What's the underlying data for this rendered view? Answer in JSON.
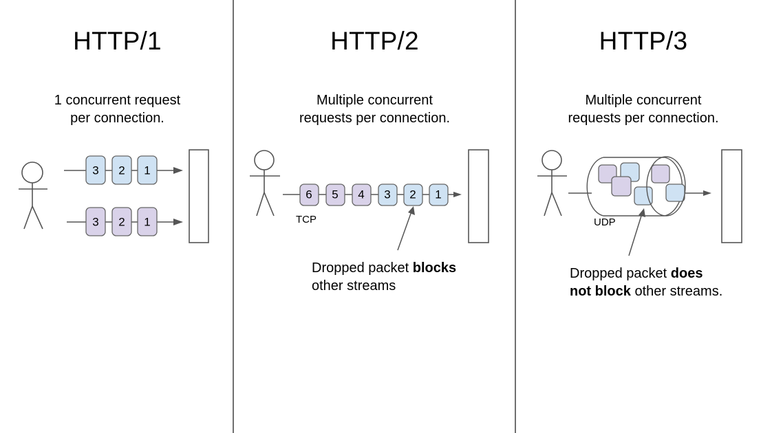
{
  "diagram": {
    "title_semantic": "http-version-comparison",
    "colors": {
      "packet_blue_fill": "#cfe2f3",
      "packet_purple_fill": "#d9d2e9",
      "stroke": "#666666",
      "divider": "#6f6f6f",
      "text": "#000000",
      "background": "#ffffff"
    }
  },
  "panels": [
    {
      "id": "http1",
      "title": "HTTP/1",
      "subtitle_line1": "1 concurrent request",
      "subtitle_line2": "per connection.",
      "protocol_label": "",
      "connections": [
        {
          "name": "connection-blue",
          "color": "blue",
          "packets": [
            "3",
            "2",
            "1"
          ]
        },
        {
          "name": "connection-purple",
          "color": "purple",
          "packets": [
            "3",
            "2",
            "1"
          ]
        }
      ],
      "caption": null
    },
    {
      "id": "http2",
      "title": "HTTP/2",
      "subtitle_line1": "Multiple concurrent",
      "subtitle_line2": "requests per connection.",
      "protocol_label": "TCP",
      "connections": [
        {
          "name": "connection-tcp",
          "packets": [
            {
              "label": "6",
              "color": "purple"
            },
            {
              "label": "5",
              "color": "purple"
            },
            {
              "label": "4",
              "color": "purple"
            },
            {
              "label": "3",
              "color": "blue"
            },
            {
              "label": "2",
              "color": "blue"
            },
            {
              "label": "1",
              "color": "blue"
            }
          ]
        }
      ],
      "caption": {
        "line1_plain": "Dropped packet ",
        "line1_bold": "blocks",
        "line2_bold": "",
        "line2_plain": "other streams"
      }
    },
    {
      "id": "http3",
      "title": "HTTP/3",
      "subtitle_line1": "Multiple concurrent",
      "subtitle_line2": "requests per connection.",
      "protocol_label": "UDP",
      "connections": [
        {
          "name": "connection-udp",
          "packets": [
            {
              "label": "",
              "color": "purple"
            },
            {
              "label": "",
              "color": "blue"
            },
            {
              "label": "",
              "color": "purple"
            },
            {
              "label": "",
              "color": "purple"
            },
            {
              "label": "",
              "color": "blue"
            },
            {
              "label": "",
              "color": "blue"
            }
          ]
        }
      ],
      "caption": {
        "line1_plain": "Dropped packet ",
        "line1_bold": "does",
        "line2_bold": "not block",
        "line2_plain": " other streams."
      }
    }
  ]
}
